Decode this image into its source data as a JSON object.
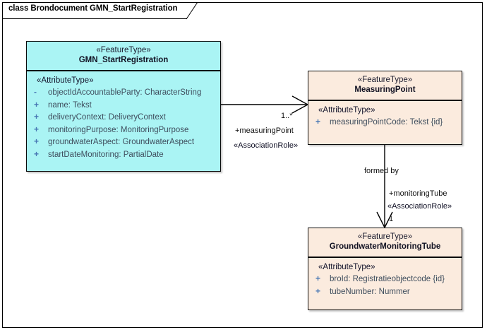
{
  "frame": {
    "title": "class Brondocument GMN_StartRegistration"
  },
  "colors": {
    "cyan_fill": "#aaf4f4",
    "peach_fill": "#fbebde",
    "border": "#0b0b0b",
    "attribute_text": "#3f4e5e",
    "visibility_marker": "#4877b4"
  },
  "classes": {
    "gmn_start_registration": {
      "stereotype": "«FeatureType»",
      "name": "GMN_StartRegistration",
      "attribute_stereotype": "«AttributeType»",
      "attributes": [
        {
          "visibility": "-",
          "text": "objectIdAccountableParty: CharacterString"
        },
        {
          "visibility": "+",
          "text": "name: Tekst"
        },
        {
          "visibility": "+",
          "text": "deliveryContext: DeliveryContext"
        },
        {
          "visibility": "+",
          "text": "monitoringPurpose: MonitoringPurpose"
        },
        {
          "visibility": "+",
          "text": "groundwaterAspect: GroundwaterAspect"
        },
        {
          "visibility": "+",
          "text": "startDateMonitoring: PartialDate"
        }
      ]
    },
    "measuring_point": {
      "stereotype": "«FeatureType»",
      "name": "MeasuringPoint",
      "attribute_stereotype": "«AttributeType»",
      "attributes": [
        {
          "visibility": "+",
          "text": "measuringPointCode: Tekst {id}"
        }
      ]
    },
    "groundwater_monitoring_tube": {
      "stereotype": "«FeatureType»",
      "name": "GroundwaterMonitoringTube",
      "attribute_stereotype": "«AttributeType»",
      "attributes": [
        {
          "visibility": "+",
          "text": "broId: Registratieobjectcode {id}"
        },
        {
          "visibility": "+",
          "text": "tubeNumber: Nummer"
        }
      ]
    }
  },
  "associations": {
    "start_registration_to_measuring_point": {
      "multiplicity": "1..*",
      "role": "+measuringPoint",
      "stereotype": "«AssociationRole»"
    },
    "measuring_point_to_tube": {
      "name": "formed by",
      "role": "+monitoringTube",
      "stereotype": "«AssociationRole»",
      "multiplicity": "1"
    }
  }
}
